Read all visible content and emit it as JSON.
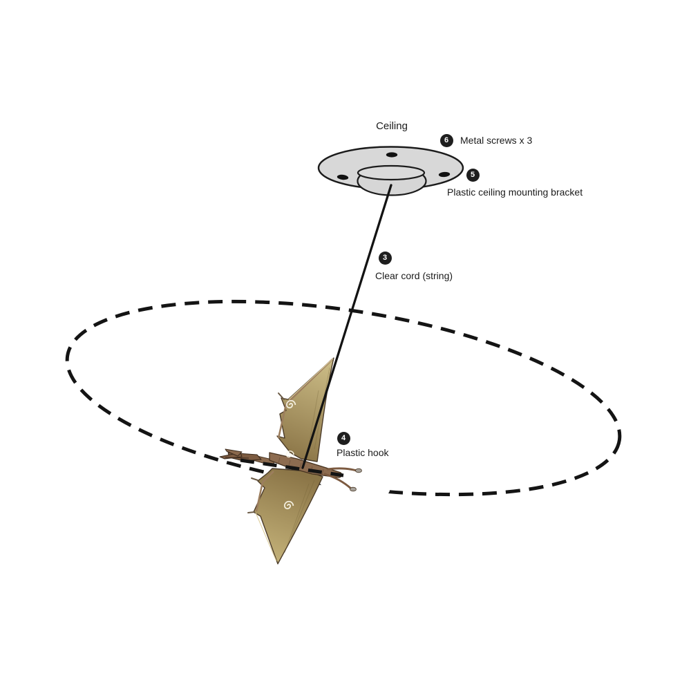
{
  "diagram": {
    "ceiling_label": "Ceiling",
    "callouts": [
      {
        "number": "6",
        "label": "Metal screws x 3"
      },
      {
        "number": "5",
        "label": "Plastic ceiling mounting bracket"
      },
      {
        "number": "3",
        "label": "Clear cord (string)"
      },
      {
        "number": "4",
        "label": "Plastic hook"
      }
    ],
    "colors": {
      "badge": "#1e1e1e",
      "badge_text": "#ffffff",
      "text": "#1a1a1a",
      "outline": "#141414",
      "bracket_fill": "#d8d8d8",
      "wing_light": "#cbbb82",
      "wing_dark": "#8b7547",
      "body_brown": "#8d6c50"
    }
  }
}
